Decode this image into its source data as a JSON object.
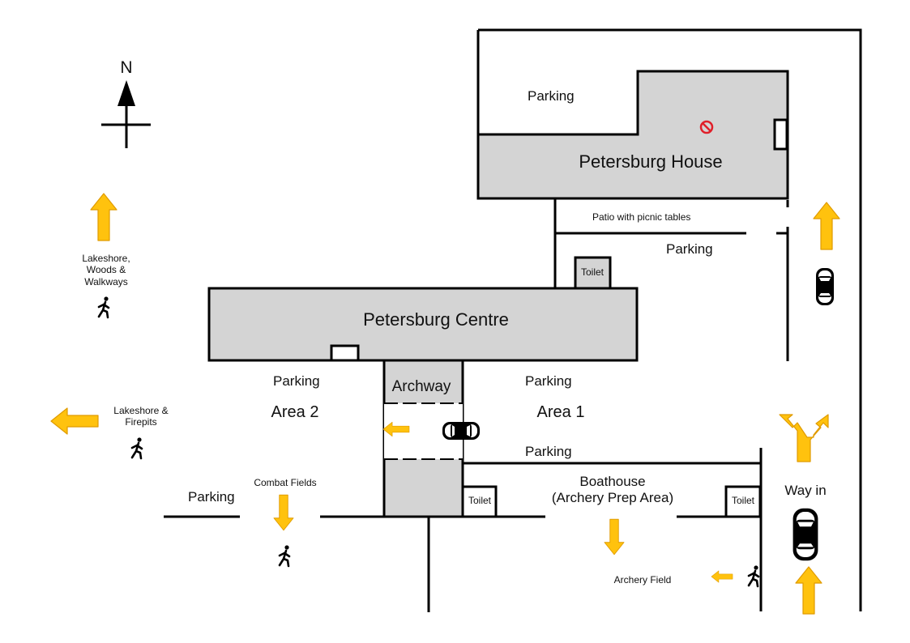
{
  "colors": {
    "building": "#d4d4d4",
    "line": "#000000",
    "arrow": "#ffc20e",
    "no_entry": "#e0202a"
  },
  "icons": {
    "compass": "north-arrow-icon",
    "walker": "pedestrian-icon",
    "car": "car-icon",
    "arrow": "direction-arrow-icon",
    "no_entry": "no-entry-icon"
  },
  "compass": {
    "label": "N"
  },
  "buildings": {
    "house": "Petersburg House",
    "centre": "Petersburg Centre",
    "archway": "Archway",
    "toilet_upper": "Toilet",
    "toilet_boathouse_left": "Toilet",
    "toilet_boathouse_right": "Toilet"
  },
  "labels": {
    "parking_house": "Parking",
    "patio": "Patio with picnic tables",
    "parking_patio": "Parking",
    "parking_area2": "Parking",
    "area2": "Area 2",
    "parking_area1": "Parking",
    "area1": "Area 1",
    "parking_boathouse": "Parking",
    "boathouse": "Boathouse\n(Archery Prep Area)",
    "parking_west": "Parking",
    "combat_fields": "Combat Fields",
    "lakeshore_woods": "Lakeshore,\nWoods &\nWalkways",
    "lakeshore_firepits": "Lakeshore &\nFirepits",
    "archery_field": "Archery Field",
    "way_in": "Way in"
  }
}
